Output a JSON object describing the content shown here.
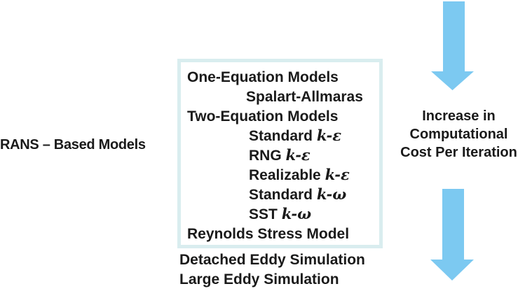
{
  "colors": {
    "arrow_blue": "#7cc9f1",
    "box_border": "#d9edef",
    "text": "#1a1a1a",
    "background": "#ffffff"
  },
  "left_label": "RANS – Based Models",
  "box": {
    "lines": [
      {
        "text": "One-Equation Models",
        "math": ""
      },
      {
        "text": "Spalart-Allmaras",
        "math": ""
      },
      {
        "text": "Two-Equation Models",
        "math": ""
      },
      {
        "text": "Standard ",
        "math": "k-ε"
      },
      {
        "text": "RNG ",
        "math": "k-ε"
      },
      {
        "text": "Realizable ",
        "math": "k-ε"
      },
      {
        "text": "Standard ",
        "math": "k-ω"
      },
      {
        "text": "SST ",
        "math": "k-ω"
      },
      {
        "text": "Reynolds Stress Model",
        "math": ""
      }
    ]
  },
  "below_box": {
    "lines": [
      "Detached Eddy Simulation",
      "Large Eddy Simulation"
    ]
  },
  "right": {
    "caption_lines": [
      "Increase in",
      "Computational",
      "Cost Per Iteration"
    ]
  }
}
